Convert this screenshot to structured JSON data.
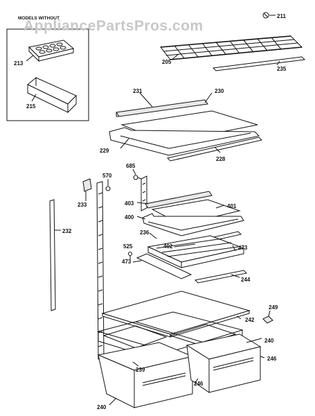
{
  "watermark": "AppliancePartsPros.com",
  "inset": {
    "title": "MODELS WITHOUT"
  },
  "callouts": [
    {
      "id": "c211",
      "text": "211"
    },
    {
      "id": "c205",
      "text": "205"
    },
    {
      "id": "c235",
      "text": "235"
    },
    {
      "id": "c213",
      "text": "213"
    },
    {
      "id": "c215",
      "text": "215"
    },
    {
      "id": "c231",
      "text": "231"
    },
    {
      "id": "c230",
      "text": "230"
    },
    {
      "id": "c229",
      "text": "229"
    },
    {
      "id": "c228",
      "text": "228"
    },
    {
      "id": "c685",
      "text": "685"
    },
    {
      "id": "c570",
      "text": "570"
    },
    {
      "id": "c233",
      "text": "233"
    },
    {
      "id": "c403",
      "text": "403"
    },
    {
      "id": "c401",
      "text": "401"
    },
    {
      "id": "c400",
      "text": "400"
    },
    {
      "id": "c232",
      "text": "232"
    },
    {
      "id": "c236",
      "text": "236"
    },
    {
      "id": "c402",
      "text": "402"
    },
    {
      "id": "c473a",
      "text": "473"
    },
    {
      "id": "c525",
      "text": "525"
    },
    {
      "id": "c473b",
      "text": "473"
    },
    {
      "id": "c244",
      "text": "244"
    },
    {
      "id": "c249",
      "text": "249"
    },
    {
      "id": "c242",
      "text": "242"
    },
    {
      "id": "c240a",
      "text": "240"
    },
    {
      "id": "c239",
      "text": "239"
    },
    {
      "id": "c246a",
      "text": "246"
    },
    {
      "id": "c246b",
      "text": "246"
    },
    {
      "id": "c240b",
      "text": "240"
    }
  ]
}
